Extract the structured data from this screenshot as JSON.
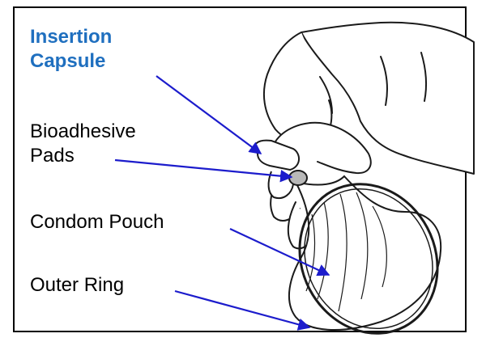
{
  "colors": {
    "accent": "#1f6fbf",
    "arrow": "#1c1ccc",
    "outline": "#000000",
    "background": "#ffffff"
  },
  "labels": {
    "insertion_capsule": {
      "line1": "Insertion",
      "line2": "Capsule"
    },
    "bioadhesive_pads": {
      "line1": "Bioadhesive",
      "line2": "Pads"
    },
    "condom_pouch": "Condom Pouch",
    "outer_ring": "Outer Ring"
  }
}
